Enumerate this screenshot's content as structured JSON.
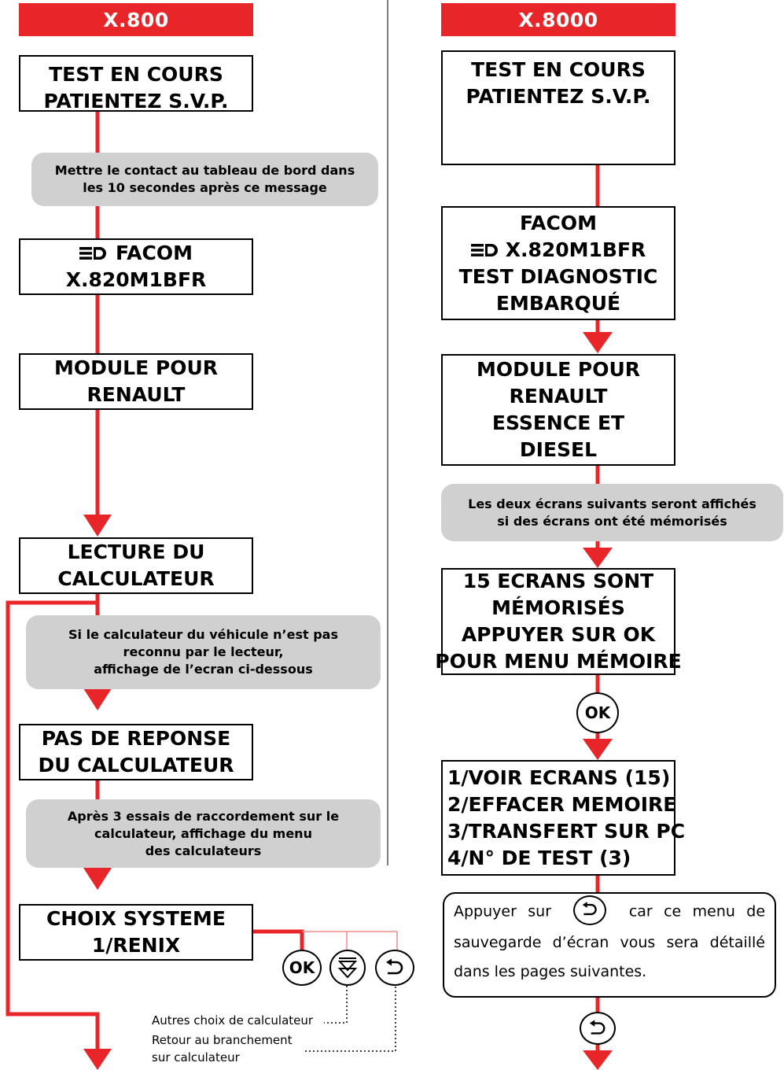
{
  "left": {
    "title": "X.800",
    "screen_test": [
      "TEST EN COURS",
      "PATIENTEZ S.V.P."
    ],
    "note_contact": [
      "Mettre le contact au tableau de bord dans",
      "les 10 secondes après ce message"
    ],
    "screen_facom": [
      "FACOM",
      "X.820M1BFR"
    ],
    "screen_module": [
      "MODULE POUR",
      "RENAULT"
    ],
    "screen_lecture": [
      "LECTURE DU",
      "CALCULATEUR"
    ],
    "note_unknown": [
      "Si le calculateur du véhicule n’est pas",
      "reconnu par le lecteur,",
      "affichage de l’ecran ci-dessous"
    ],
    "screen_no_response": [
      "PAS DE REPONSE",
      "DU CALCULATEUR"
    ],
    "note_attempts": [
      "Après 3 essais de raccordement sur le",
      "calculateur, affichage du menu",
      "des calculateurs"
    ],
    "screen_choice": [
      "CHOIX SYSTEME",
      "1/RENIX"
    ],
    "ok_label": "OK",
    "annot_other": "Autres choix de calculateur",
    "annot_return": [
      "Retour au branchement",
      "sur calculateur"
    ]
  },
  "right": {
    "title": "X.8000",
    "screen_test": [
      "TEST EN COURS",
      "PATIENTEZ S.V.P."
    ],
    "screen_facom": [
      "FACOM",
      "X.820M1BFR",
      "TEST DIAGNOSTIC",
      "EMBARQUÉ"
    ],
    "screen_module": [
      "MODULE POUR",
      "RENAULT",
      "ESSENCE ET",
      "DIESEL"
    ],
    "note_memory": [
      "Les deux écrans suivants seront affichés",
      "si des écrans ont été mémorisés"
    ],
    "screen_memorized": [
      "15 ECRANS SONT",
      "MÉMORISÉS",
      "APPUYER SUR OK",
      "POUR MENU MÉMOIRE"
    ],
    "ok_label": "OK",
    "screen_menu": [
      "1/VOIR ECRANS (15)",
      "2/EFFACER MEMOIRE",
      "3/TRANSFERT SUR PC",
      "4/N° DE TEST (3)"
    ],
    "bubble": {
      "before": "Appuyer sur",
      "after": "car ce menu de sauvegarde d’écran vous sera détaillé dans les pages suivantes."
    }
  },
  "colors": {
    "accent_red": "#e8262a",
    "note_gray": "#d0d0d0",
    "connector_pink": "#f08a8a"
  },
  "icons": [
    "headlight-icon",
    "down-arrows-icon",
    "return-icon"
  ]
}
